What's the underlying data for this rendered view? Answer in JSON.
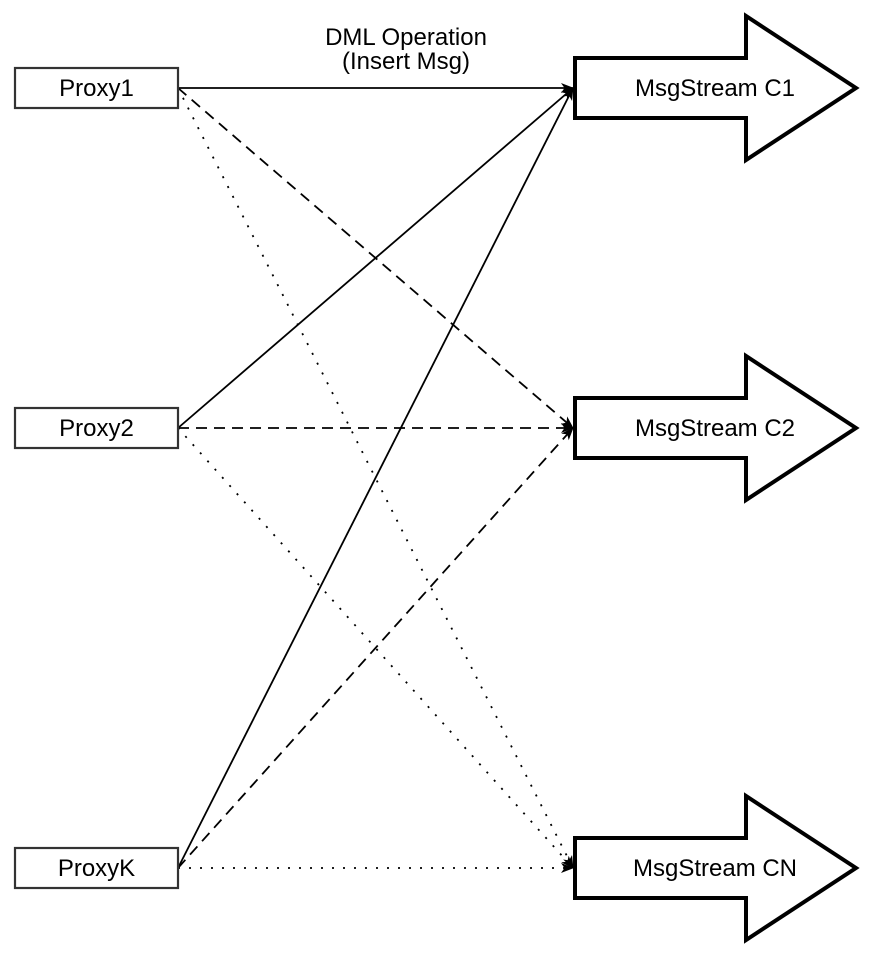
{
  "diagram": {
    "annotation": {
      "line1": "DML Operation",
      "line2": "(Insert Msg)"
    },
    "proxies": [
      {
        "id": "proxy1",
        "label": "Proxy1"
      },
      {
        "id": "proxy2",
        "label": "Proxy2"
      },
      {
        "id": "proxyk",
        "label": "ProxyK"
      }
    ],
    "streams": [
      {
        "id": "msgstream-c1",
        "label": "MsgStream C1",
        "incoming_line_style": "solid"
      },
      {
        "id": "msgstream-c2",
        "label": "MsgStream C2",
        "incoming_line_style": "dashed"
      },
      {
        "id": "msgstream-cn",
        "label": "MsgStream CN",
        "incoming_line_style": "dotted"
      }
    ],
    "connections": [
      {
        "from": "Proxy1",
        "to": "MsgStream C1",
        "style": "solid"
      },
      {
        "from": "Proxy2",
        "to": "MsgStream C1",
        "style": "solid"
      },
      {
        "from": "ProxyK",
        "to": "MsgStream C1",
        "style": "solid"
      },
      {
        "from": "Proxy1",
        "to": "MsgStream C2",
        "style": "dashed"
      },
      {
        "from": "Proxy2",
        "to": "MsgStream C2",
        "style": "dashed"
      },
      {
        "from": "ProxyK",
        "to": "MsgStream C2",
        "style": "dashed"
      },
      {
        "from": "Proxy1",
        "to": "MsgStream CN",
        "style": "dotted"
      },
      {
        "from": "Proxy2",
        "to": "MsgStream CN",
        "style": "dotted"
      },
      {
        "from": "ProxyK",
        "to": "MsgStream CN",
        "style": "dotted"
      }
    ],
    "colors": {
      "line": "#000000",
      "proxy_border": "#333333",
      "stream_border": "#000000",
      "shape_fill": "#ffffff",
      "background": "#ffffff",
      "text": "#000000"
    }
  }
}
